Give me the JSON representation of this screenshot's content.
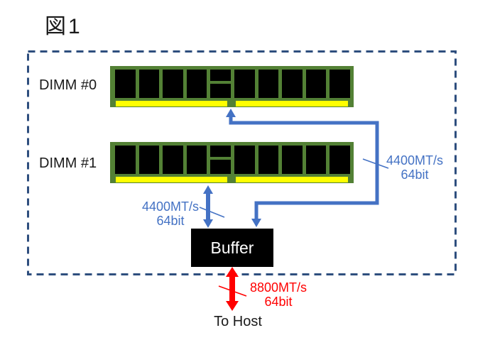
{
  "title": "図1",
  "colors": {
    "accent_blue": "#4472C4",
    "pcb_green": "#538135",
    "contact_yellow": "#FFFF00",
    "chip_black": "#000000",
    "host_red": "#FF0000",
    "border_navy": "#2E4E7E"
  },
  "dimm0": {
    "label": "DIMM #0"
  },
  "dimm1": {
    "label": "DIMM #1"
  },
  "dimm_module": {
    "chip_count": 10,
    "split_chip_index": 5
  },
  "buffer": {
    "label": "Buffer"
  },
  "links": {
    "dimm1_to_buffer": {
      "rate": "4400MT/s",
      "width": "64bit"
    },
    "dimm0_to_buffer": {
      "rate": "4400MT/s",
      "width": "64bit"
    },
    "buffer_to_host": {
      "rate": "8800MT/s",
      "width": "64bit"
    }
  },
  "to_host_label": "To Host"
}
